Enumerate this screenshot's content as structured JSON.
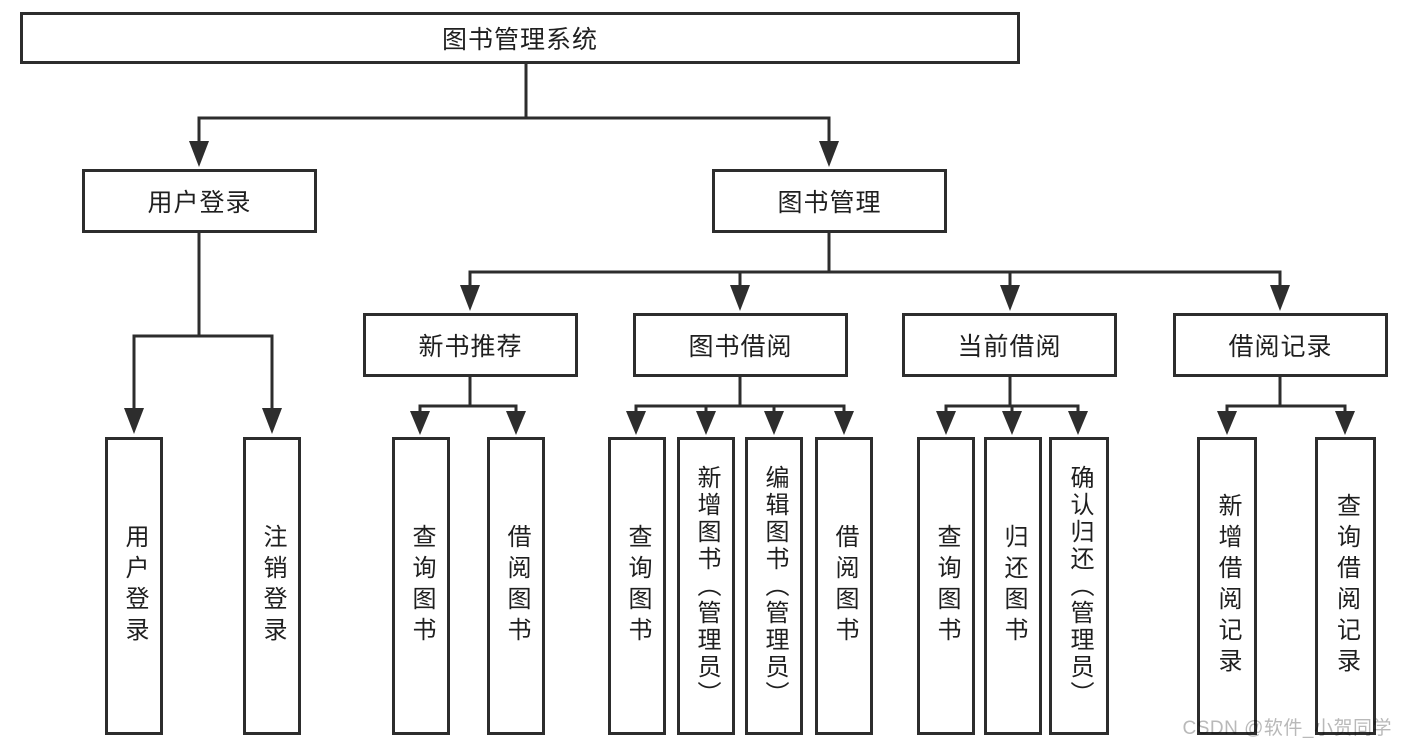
{
  "diagram": {
    "root": "图书管理系统",
    "user_login": {
      "label": "用户登录",
      "children": [
        "用户登录",
        "注销登录"
      ]
    },
    "book_mgmt": {
      "label": "图书管理",
      "sections": [
        {
          "label": "新书推荐",
          "children": [
            "查询图书",
            "借阅图书"
          ]
        },
        {
          "label": "图书借阅",
          "children": [
            "查询图书",
            "新增图书（管理员）",
            "编辑图书（管理员）",
            "借阅图书"
          ]
        },
        {
          "label": "当前借阅",
          "children": [
            "查询图书",
            "归还图书",
            "确认归还（管理员）"
          ]
        },
        {
          "label": "借阅记录",
          "children": [
            "新增借阅记录",
            "查询借阅记录"
          ]
        }
      ]
    },
    "watermark": "CSDN @软件_小贺同学",
    "colors": {
      "line": "#2d2d2d",
      "box_border": "#2d2d2d",
      "text": "#1f1f1f",
      "watermark": "#b9b9b9",
      "background": "#ffffff"
    }
  }
}
